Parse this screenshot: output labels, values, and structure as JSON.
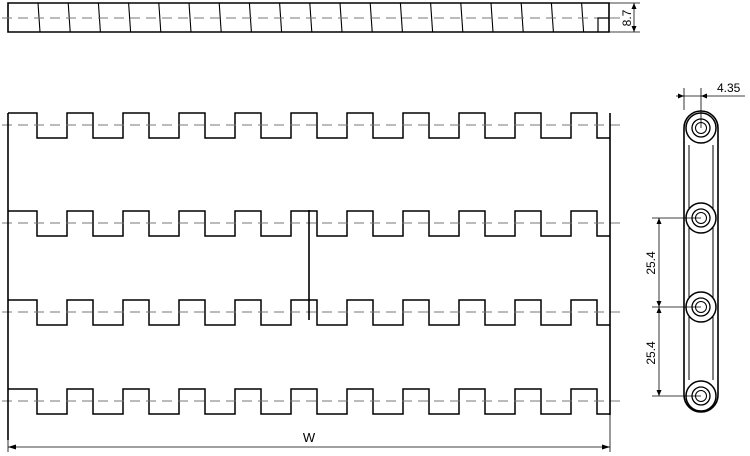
{
  "dimensions": {
    "thickness": "8.7",
    "offset": "4.35",
    "pitch_upper": "25.4",
    "pitch_lower": "25.4",
    "width_label": "W"
  },
  "colors": {
    "line": "#000000",
    "centerline": "#777777",
    "background": "#ffffff"
  }
}
